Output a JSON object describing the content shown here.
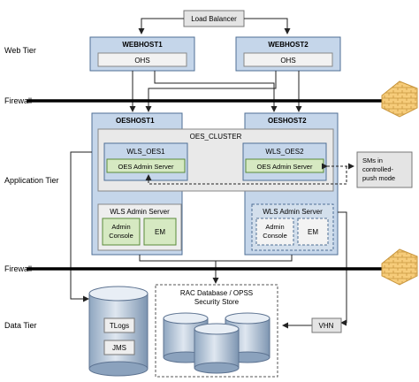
{
  "tiers": {
    "web": "Web Tier",
    "app": "Application Tier",
    "data": "Data Tier"
  },
  "firewalls": [
    "Firewall",
    "Firewall"
  ],
  "load_balancer": "Load Balancer",
  "webhosts": [
    {
      "name": "WEBHOST1",
      "component": "OHS"
    },
    {
      "name": "WEBHOST2",
      "component": "OHS"
    }
  ],
  "oeshosts": [
    "OESHOST1",
    "OESHOST2"
  ],
  "cluster": {
    "name": "OES_CLUSTER",
    "servers": [
      {
        "name": "WLS_OES1",
        "admin": "OES Admin Server"
      },
      {
        "name": "WLS_OES2",
        "admin": "OES Admin Server"
      }
    ]
  },
  "admin_servers": [
    {
      "title": "WLS Admin Server",
      "console": [
        "Admin",
        "Console"
      ],
      "em": "EM"
    },
    {
      "title": "WLS Admin Server",
      "console": [
        "Admin",
        "Console"
      ],
      "em": "EM"
    }
  ],
  "sms_note": [
    "SMs in",
    "controlled-",
    "push mode"
  ],
  "database": {
    "title": [
      "RAC Database / OPSS",
      "Security Store"
    ],
    "tlogs": "TLogs",
    "jms": "JMS"
  },
  "vhn": "VHN",
  "colors": {
    "host_fill": "#c5d6ea",
    "host_stroke": "#4f6f95",
    "box_fill": "#eeeeee",
    "green_fill": "#d6e9c2",
    "firewall": "#000000",
    "brick": "#f4c870"
  }
}
